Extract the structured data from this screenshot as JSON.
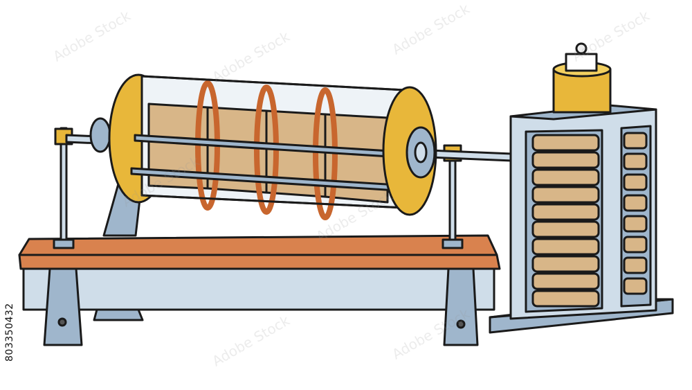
{
  "image": {
    "subject": "electrical apparatus illustration",
    "stock_id_text": "803350432",
    "watermark_text": "Adobe Stock",
    "colors": {
      "outline": "#1a1a1a",
      "bench_top": "#d9824e",
      "bench_base": "#cfdde9",
      "metal": "#9fb6cc",
      "coil": "#d8b688",
      "end_cap": "#e8b73a",
      "glass": "#eef3f7"
    },
    "icons": [
      "cylinder-coil-icon",
      "voltaic-pile-icon",
      "bench-icon"
    ]
  }
}
